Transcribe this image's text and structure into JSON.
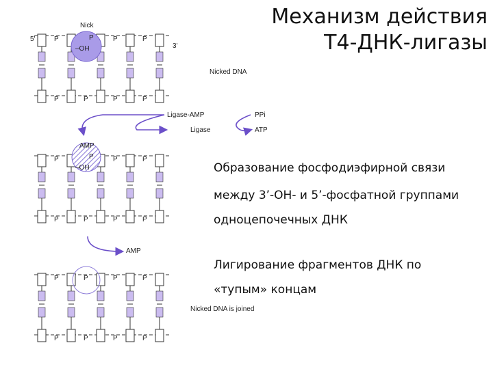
{
  "title": {
    "line1": "Механизм действия",
    "line2": "Т4-ДНК-лигазы"
  },
  "captions": [
    "Образование фосфодиэфирной связи",
    "между 3’-ОН- и 5’-фосфатной группами",
    "одноцепочечных ДНК",
    "Лигирование фрагментов ДНК по",
    "«тупым» концам"
  ],
  "diagram_labels": {
    "nick": "Nick",
    "p": "P",
    "oh": "–OH",
    "five_prime": "5'",
    "three_prime": "3'",
    "nicked_dna": "Nicked DNA",
    "ligase_amp": "Ligase-AMP",
    "ligase": "Ligase",
    "ppi": "PPi",
    "atp": "ATP",
    "amp_in_circle": "AMP",
    "amp_released": "AMP",
    "nicked_dna_joined": "Nicked DNA is joined"
  },
  "colors": {
    "purple_fill": "#a99be8",
    "purple_arrow": "#6b4fc9",
    "light_purple_box": "#cbbcf0",
    "stroke": "#333333"
  }
}
